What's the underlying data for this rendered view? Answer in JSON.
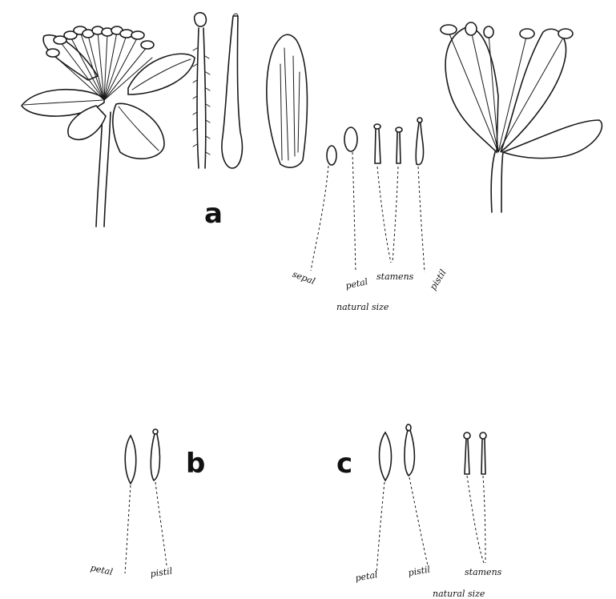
{
  "labels": {
    "a": "a",
    "b": "b",
    "c": "c",
    "a_sepal": "sepal",
    "a_petal": "petal",
    "a_stamens": "stamens",
    "a_pistil": "pistil",
    "a_scale": "natural size",
    "b_petal": "petal",
    "b_pistil": "pistil",
    "c_petal": "petal",
    "c_pistil": "pistil",
    "c_stamens": "stamens",
    "c_scale": "natural size"
  }
}
